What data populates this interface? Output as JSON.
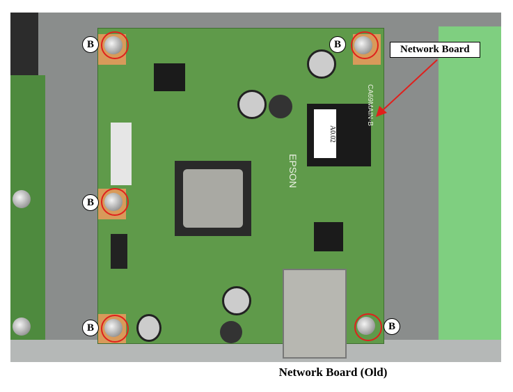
{
  "callout": {
    "label": "Network Board"
  },
  "screw_label": "B",
  "caption": "Network Board (Old)",
  "board_text": {
    "chip": "A0.02",
    "brand": "EPSON",
    "model": "CA69MAIN-B"
  },
  "colors": {
    "board": "#5f9a4a",
    "highlight": "#e0201c",
    "pad": "#d89a5a"
  }
}
